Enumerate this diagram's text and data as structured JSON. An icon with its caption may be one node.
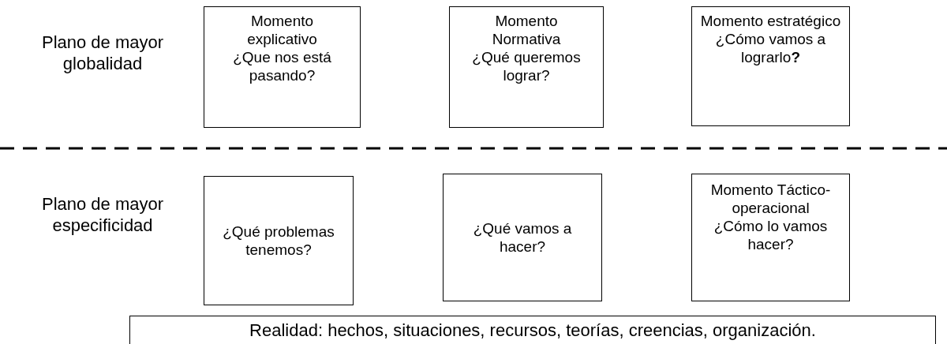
{
  "diagram": {
    "nodes": [
      {
        "text": [
          "Momento explicativo",
          "¿Que nos está pasando?"
        ]
      },
      {
        "text": [
          "Momento Normativa",
          "¿Qué queremos lograr?"
        ]
      },
      {
        "text": [
          "Momento estratégico",
          "¿Cómo vamos a lograrlo**?**"
        ]
      },
      {
        "text": [
          "¿Qué problemas tenemos?"
        ]
      },
      {
        "text": [
          "¿Qué vamos a hacer?"
        ]
      },
      {
        "text": [
          "Momento Táctico-operacional",
          "¿Cómo lo vamos hacer?"
        ]
      },
      {
        "text": [
          "Realidad: hechos, situaciones, recursos, teorías, creencias, organización."
        ]
      }
    ],
    "labels": [
      "Plano de mayor globalidad",
      "Plano de mayor especificidad"
    ]
  }
}
